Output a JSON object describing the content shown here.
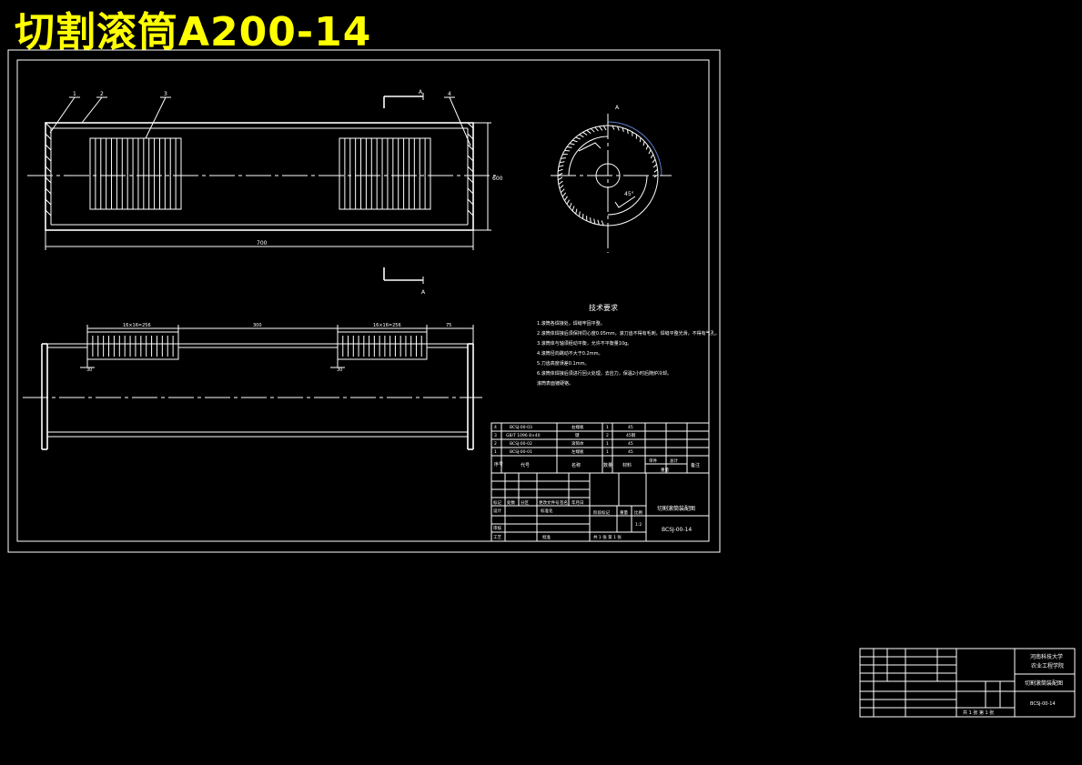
{
  "title": "切割滚筒A200-14",
  "colors": {
    "background": "#000000",
    "lines": "#ffffff",
    "title": "#ffff00",
    "arc": "#5a7ac8"
  },
  "views": {
    "front": {
      "balloons": [
        "1",
        "2",
        "3",
        "4"
      ],
      "section_mark": "A",
      "height_dim": "600",
      "length_dim": "700"
    },
    "section": {
      "dims": [
        "16×16=256",
        "300",
        "16×16=256",
        "75"
      ],
      "pitch_dims": [
        "30",
        "30"
      ]
    },
    "side": {
      "angle_marks": [
        "A",
        "45°"
      ]
    }
  },
  "tech": {
    "heading": "技术要求",
    "items": [
      "1.滚筒各焊接处，焊缝牢固平整。",
      "2.滚筒体焊接后须保持同心度0.05mm，滚刀齿不得有毛刺，焊缝平整光滑，不得有气孔。",
      "3.滚筒体与轴须经动平衡，允许不平衡量10g。",
      "4.滚筒径向跳动不大于0.2mm。",
      "5.刀齿高度误差0.1mm。",
      "6.滚筒体焊接后须进行回火处理，去应力，保温2小时后随炉冷却。",
      "滚筒表面镀硬铬。"
    ]
  },
  "bom": {
    "rows": [
      {
        "no": "4",
        "code": "BCSJ-00-03",
        "name": "右端板",
        "qty": "1",
        "material": "45"
      },
      {
        "no": "3",
        "code": "GB/T 1096 8×40",
        "name": "键",
        "qty": "2",
        "material": "45钢"
      },
      {
        "no": "2",
        "code": "BCSJ-00-02",
        "name": "滚筒体",
        "qty": "1",
        "material": "45"
      },
      {
        "no": "1",
        "code": "BCSJ-00-01",
        "name": "左端板",
        "qty": "1",
        "material": "45"
      }
    ],
    "header": [
      "序号",
      "代号",
      "名称",
      "数量",
      "材料",
      "单件",
      "总计",
      "重量",
      "备注"
    ]
  },
  "title_block": {
    "mark": "标记",
    "count": "处数",
    "zone": "分区",
    "doc": "更改文件号",
    "sign": "签名",
    "date": "年月日",
    "designer": "设计",
    "standard": "标准化",
    "review": "审核",
    "process": "工艺",
    "approve": "批准",
    "stage": "阶段标记",
    "weight": "重量",
    "scale": "比例",
    "scale_value": "1:2",
    "sheets": "共 1 张  第 1 张",
    "drawing_name": "切割滚筒装配图",
    "drawing_no": "BCSJ-00-14"
  },
  "thumb": {
    "org": "河南科技大学",
    "org2": "农业工程学院",
    "drawing_name": "切割滚筒装配图",
    "drawing_no": "BCSJ-00-14",
    "sheets": "共 1 张  第 1 张"
  }
}
